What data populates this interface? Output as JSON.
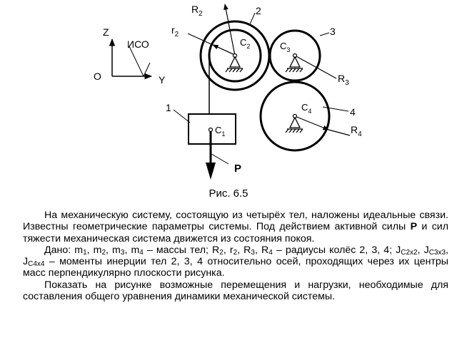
{
  "figure": {
    "labels": {
      "z": "Z",
      "o": "O",
      "y": "Y",
      "iso": "ИСО",
      "body1": "1",
      "body2": "2",
      "body3": "3",
      "body4": "4",
      "R2": "R",
      "R2_sub": "2",
      "r2": "r",
      "r2_sub": "2",
      "R3": "R",
      "R3_sub": "3",
      "R4": "R",
      "R4_sub": "4",
      "C1": "C",
      "C1_sub": "1",
      "C2": "C",
      "C2_sub": "2",
      "C3": "C",
      "C3_sub": "3",
      "C4": "C",
      "C4_sub": "4",
      "P": "P"
    },
    "caption": "Рис. 6.5"
  },
  "text": {
    "p1": "На механическую систему, состоящую из четырёх тел, наложены идеальные связи. Известны геометрические параметры системы. Под действием активной силы ",
    "p1_bold": "P",
    "p1_end": " и сил тяжести механическая система движется из состояния покоя.",
    "p2_a": "Дано: m",
    "p2_m1": "1",
    "p2_b": ", m",
    "p2_m2": "2",
    "p2_c": ", m",
    "p2_m3": "3",
    "p2_d": ", m",
    "p2_m4": "4",
    "p2_e": " – массы тел; R",
    "p2_R2": "2",
    "p2_f": ", r",
    "p2_r2": "2",
    "p2_g": ", R",
    "p2_R3": "3",
    "p2_h": ", R",
    "p2_R4": "4",
    "p2_i": " – радиусы колёс 2, 3, 4;  J",
    "p2_J2": "C2x2",
    "p2_j": ", J",
    "p2_J3": "C3x3",
    "p2_k": ", J",
    "p2_J4": "C4x4",
    "p2_l": " – моменты инерции тел 2, 3, 4 относительно осей, проходящих через их центры масс перпендикулярно плоскости рисунка.",
    "p3": "Показать на рисунке возможные перемещения и нагрузки, необходимые для составления общего уравнения динамики механической системы."
  }
}
